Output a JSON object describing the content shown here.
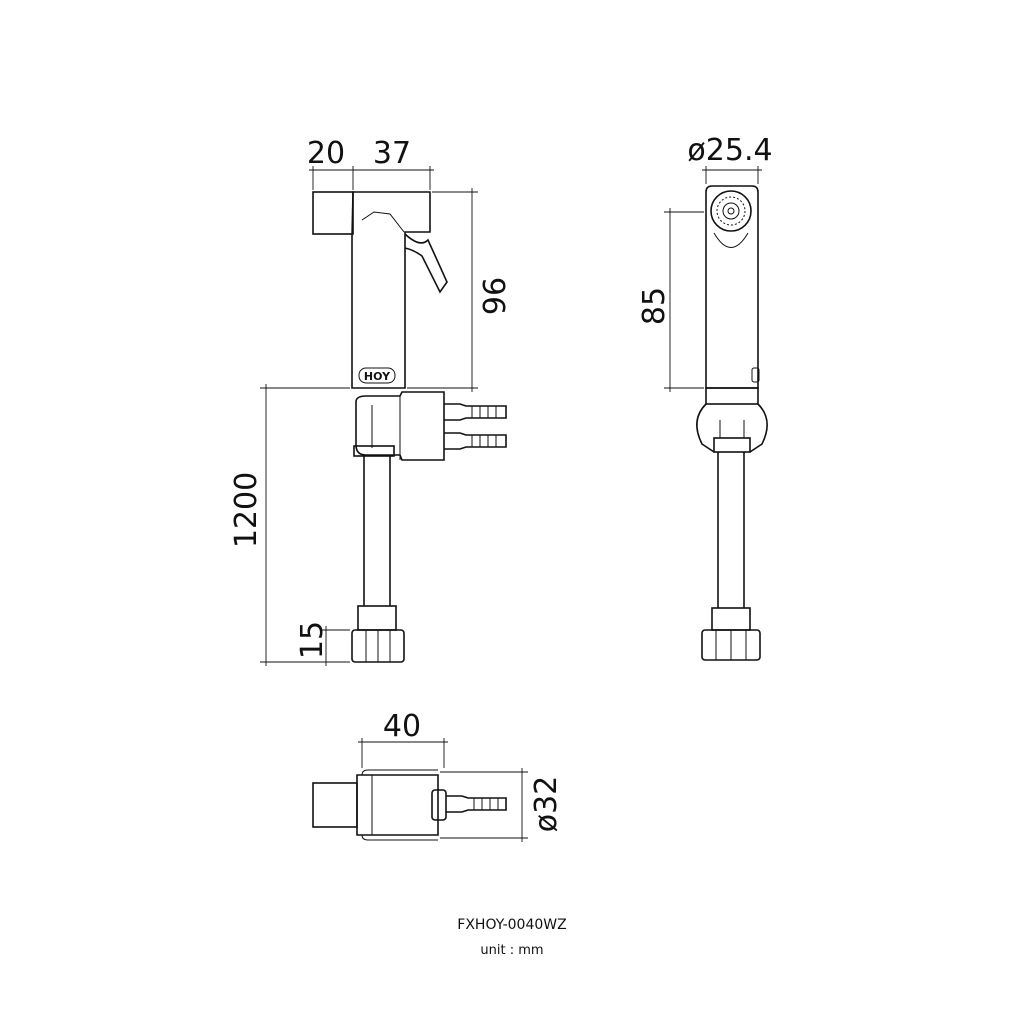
{
  "drawing": {
    "dimensions": {
      "front_top_left": "20",
      "front_top_right": "37",
      "front_height_head": "96",
      "front_total_height": "1200",
      "front_nut_height": "15",
      "side_diameter": "ø25.4",
      "side_height": "85",
      "top_width": "40",
      "top_diameter": "ø32"
    },
    "logo_text": "HOY",
    "model": "FXHOY-0040WZ",
    "unit": "unit : mm"
  }
}
